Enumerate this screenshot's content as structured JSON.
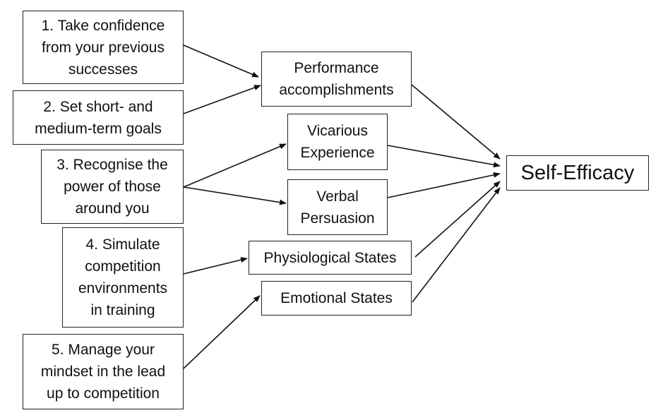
{
  "diagram": {
    "strategies": [
      {
        "id": "b1",
        "label": "1. Take confidence\nfrom your previous\nsuccesses"
      },
      {
        "id": "b2",
        "label": "2. Set short- and\nmedium-term goals"
      },
      {
        "id": "b3",
        "label": "3. Recognise the\npower of those\naround you"
      },
      {
        "id": "b4",
        "label": "4. Simulate\ncompetition\nenvironments\nin training"
      },
      {
        "id": "b5",
        "label": "5. Manage your\nmindset in the lead\nup to competition"
      }
    ],
    "sources": [
      {
        "id": "s1",
        "label": "Performance\naccomplishments"
      },
      {
        "id": "s2",
        "label": "Vicarious\nExperience"
      },
      {
        "id": "s3",
        "label": "Verbal\nPersuasion"
      },
      {
        "id": "s4",
        "label": "Physiological States"
      },
      {
        "id": "s5",
        "label": "Emotional States"
      }
    ],
    "outcome": {
      "id": "se",
      "label": "Self-Efficacy"
    },
    "edges": [
      {
        "from": "b1",
        "to": "s1"
      },
      {
        "from": "b2",
        "to": "s1"
      },
      {
        "from": "b3",
        "to": "s2"
      },
      {
        "from": "b3",
        "to": "s3"
      },
      {
        "from": "b4",
        "to": "s4"
      },
      {
        "from": "b5",
        "to": "s5"
      },
      {
        "from": "s1",
        "to": "se"
      },
      {
        "from": "s2",
        "to": "se"
      },
      {
        "from": "s3",
        "to": "se"
      },
      {
        "from": "s4",
        "to": "se"
      },
      {
        "from": "s5",
        "to": "se"
      }
    ]
  }
}
